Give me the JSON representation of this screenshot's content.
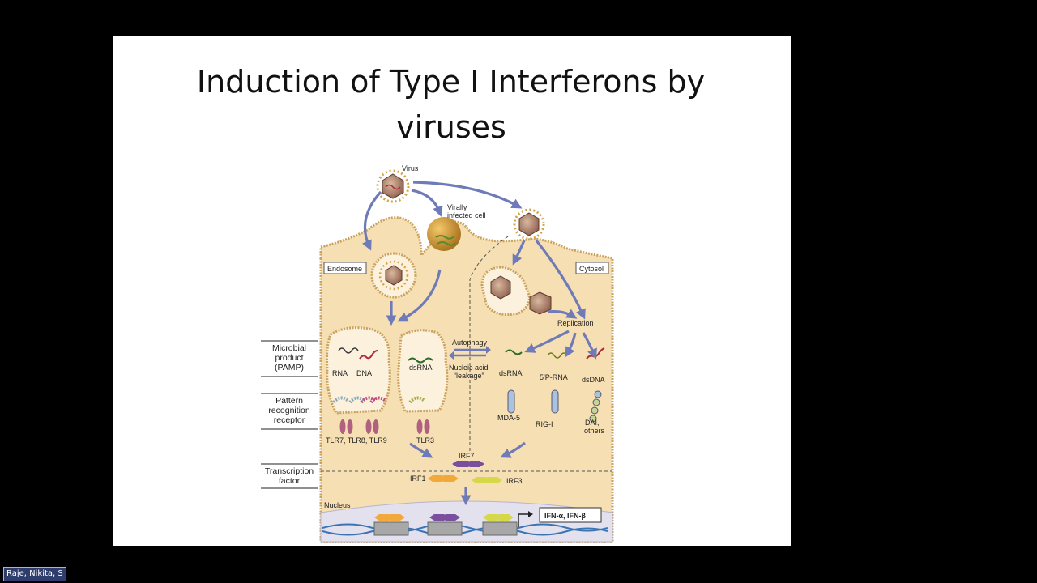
{
  "slide": {
    "title_line1": "Induction of Type I Interferons by",
    "title_line2": "viruses"
  },
  "diagram": {
    "virus": "Virus",
    "infected_cell_1": "Virally",
    "infected_cell_2": "infected cell",
    "endosome": "Endosome",
    "cytosol": "Cytosol",
    "replication": "Replication",
    "autophagy": "Autophagy",
    "leakage_1": "Nucleic acid",
    "leakage_2": "“leakage”",
    "rna": "RNA",
    "dna": "DNA",
    "dsrna_endo": "dsRNA",
    "dsrna_cyto": "dsRNA",
    "p5_rna": "5'P-RNA",
    "dsdna": "dsDNA",
    "mda5": "MDA-5",
    "rigi": "RIG-I",
    "dai_1": "DAI,",
    "dai_2": "others",
    "tlr_789": "TLR7, TLR8, TLR9",
    "tlr3": "TLR3",
    "irf7": "IRF7",
    "irf1": "IRF1",
    "irf3": "IRF3",
    "nucleus": "Nucleus",
    "ifn": "IFN-α, IFN-β",
    "side_pamp": [
      "Microbial",
      "product",
      "(PAMP)"
    ],
    "side_prr": [
      "Pattern",
      "recognition",
      "receptor"
    ],
    "side_tf": [
      "Transcription",
      "factor"
    ]
  },
  "participant": {
    "name": "Raje, Nikita, S"
  },
  "colors": {
    "cell_fill": "#f6dfb2",
    "membrane": "#c9a25f",
    "arrow": "#6f7ab8",
    "irf_orange": "#f0a93a",
    "irf_purple": "#7a4f9e",
    "irf_yellow": "#d6d84a",
    "slide_bg": "#ffffff",
    "screen_bg": "#000000"
  }
}
